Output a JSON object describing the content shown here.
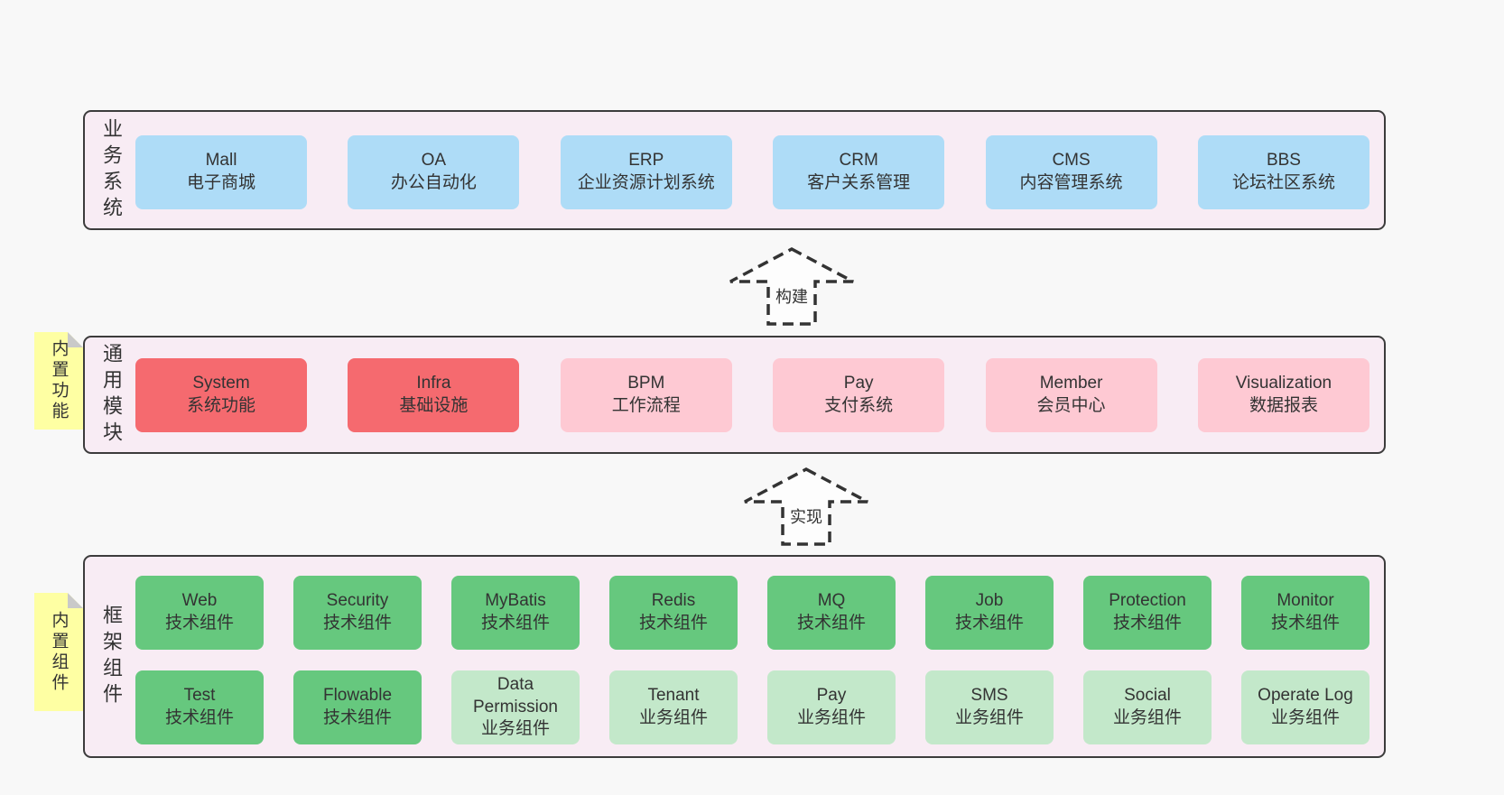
{
  "colors": {
    "page_bg": "#f8f8f8",
    "band_bg": "#f8ecf4",
    "band_border": "#3c3c3c",
    "blue_box": "#aedcf7",
    "red_box": "#f56a6f",
    "pink_box": "#fec9d3",
    "green_box": "#66c87e",
    "light_green_box": "#c3e8ca",
    "note_bg": "#feffa3",
    "note_fold": "#c9c9c9",
    "text": "#333333"
  },
  "band1": {
    "label": "业务系统",
    "boxes": [
      {
        "t": "Mall",
        "s": "电子商城"
      },
      {
        "t": "OA",
        "s": "办公自动化"
      },
      {
        "t": "ERP",
        "s": "企业资源计划系统"
      },
      {
        "t": "CRM",
        "s": "客户关系管理"
      },
      {
        "t": "CMS",
        "s": "内容管理系统"
      },
      {
        "t": "BBS",
        "s": "论坛社区系统"
      }
    ]
  },
  "arrow1": {
    "label": "构建"
  },
  "band2": {
    "label": "通用模块",
    "note": "内置功能",
    "boxes": [
      {
        "t": "System",
        "s": "系统功能"
      },
      {
        "t": "Infra",
        "s": "基础设施"
      },
      {
        "t": "BPM",
        "s": "工作流程"
      },
      {
        "t": "Pay",
        "s": "支付系统"
      },
      {
        "t": "Member",
        "s": "会员中心"
      },
      {
        "t": "Visualization",
        "s": "数据报表"
      }
    ]
  },
  "arrow2": {
    "label": "实现"
  },
  "band3": {
    "label": "框架组件",
    "note": "内置组件",
    "row1": [
      {
        "t": "Web",
        "s": "技术组件"
      },
      {
        "t": "Security",
        "s": "技术组件"
      },
      {
        "t": "MyBatis",
        "s": "技术组件"
      },
      {
        "t": "Redis",
        "s": "技术组件"
      },
      {
        "t": "MQ",
        "s": "技术组件"
      },
      {
        "t": "Job",
        "s": "技术组件"
      },
      {
        "t": "Protection",
        "s": "技术组件"
      },
      {
        "t": "Monitor",
        "s": "技术组件"
      }
    ],
    "row2": [
      {
        "t": "Test",
        "s": "技术组件"
      },
      {
        "t": "Flowable",
        "s": "技术组件"
      },
      {
        "t": "Data Permission",
        "s": "业务组件"
      },
      {
        "t": "Tenant",
        "s": "业务组件"
      },
      {
        "t": "Pay",
        "s": "业务组件"
      },
      {
        "t": "SMS",
        "s": "业务组件"
      },
      {
        "t": "Social",
        "s": "业务组件"
      },
      {
        "t": "Operate Log",
        "s": "业务组件"
      }
    ]
  }
}
